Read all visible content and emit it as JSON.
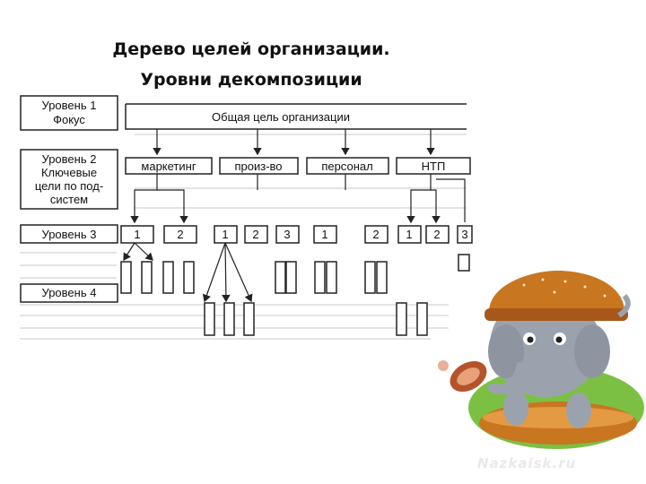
{
  "title": {
    "line1": "Дерево целей организации.",
    "line2": "Уровни декомпозиции"
  },
  "levels": [
    {
      "line1": "Уровень 1",
      "line2": "Фокус"
    },
    {
      "line1": "Уровень 2",
      "line2": "Ключевые",
      "line3": "цели по под-",
      "line4": "систем"
    },
    {
      "line1": "Уровень 3"
    },
    {
      "line1": "Уровень 4"
    }
  ],
  "goal": "Общая цель организации",
  "subsystems": [
    "маркетинг",
    "произ-во",
    "персонал",
    "НТП"
  ],
  "subgoals": [
    "1",
    "2",
    "1",
    "2",
    "3",
    "1",
    "2",
    "1",
    "2",
    "3"
  ],
  "watermark": "Nazkaisk.ru",
  "colors": {
    "stroke": "#222222",
    "text": "#111111",
    "elephant": "#9aa3ad",
    "bun": "#c8761f",
    "lettuce": "#7cc043"
  }
}
